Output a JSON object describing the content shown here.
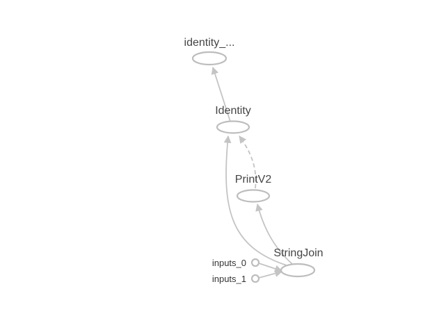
{
  "graph": {
    "nodes": [
      {
        "id": "identity_trunc",
        "label": "identity_..."
      },
      {
        "id": "identity",
        "label": "Identity"
      },
      {
        "id": "printv2",
        "label": "PrintV2"
      },
      {
        "id": "stringjoin",
        "label": "StringJoin"
      }
    ],
    "inputs": [
      {
        "label": "inputs_0"
      },
      {
        "label": "inputs_1"
      }
    ],
    "edges": [
      {
        "from": "identity",
        "to": "identity_trunc",
        "style": "solid"
      },
      {
        "from": "stringjoin",
        "to": "identity",
        "style": "solid"
      },
      {
        "from": "stringjoin",
        "to": "printv2",
        "style": "solid"
      },
      {
        "from": "printv2",
        "to": "identity",
        "style": "dashed"
      },
      {
        "from": "inputs_0",
        "to": "stringjoin",
        "style": "solid"
      },
      {
        "from": "inputs_1",
        "to": "stringjoin",
        "style": "solid"
      }
    ]
  }
}
